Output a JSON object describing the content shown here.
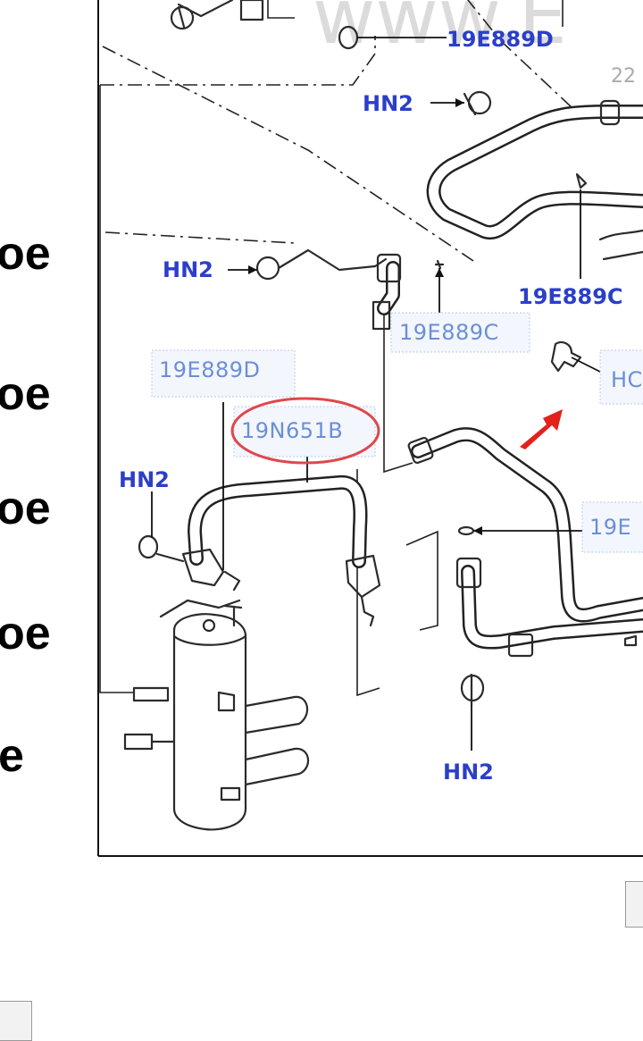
{
  "side_texts": [
    "oe",
    "oe",
    "oe",
    "oe",
    "e"
  ],
  "watermark": "www.E",
  "watermark_partial": "22",
  "labels": {
    "hn2_top": "HN2",
    "hn2_mid": "HN2",
    "hn2_left": "HN2",
    "hn2_bottom": "HN2",
    "e889d_top": "19E889D",
    "e889c_right": "19E889C",
    "e889c_boxed": "19E889C",
    "e889d_boxed": "19E889D",
    "n651b_boxed": "19N651B",
    "hc_partial": "HC",
    "e_partial": "19E"
  },
  "colors": {
    "label_blue": "#2b3fc8",
    "boxed_label_blue": "#6a8fd8",
    "highlight_circle": "#e0474c",
    "arrow_red": "#e2221c"
  }
}
